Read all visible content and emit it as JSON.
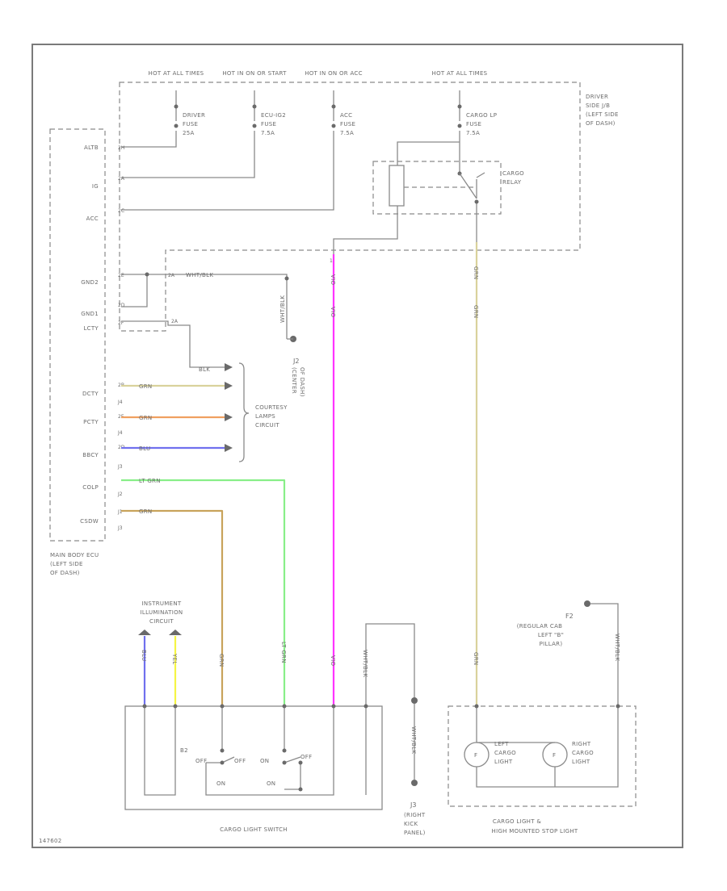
{
  "colors": {
    "wire_grey": "#8a8a8a",
    "wire_pink": "#ff33ff",
    "wire_yellow_tan": "#d9d29c",
    "wire_tan": "#c8a35b",
    "wire_orange": "#f0a060",
    "wire_blue": "#7070ee",
    "wire_lt_green": "#88ee88",
    "wire_yellow": "#f5f545"
  },
  "hot": {
    "h1": "HOT AT ALL TIMES",
    "h2": "HOT IN ON OR START",
    "h3": "HOT IN ON OR ACC",
    "h4": "HOT AT ALL TIMES"
  },
  "fuses": {
    "f1": {
      "name": "DRIVER",
      "name2": "FUSE",
      "rating": "25A"
    },
    "f2": {
      "name": "ECU-IG2",
      "name2": "FUSE",
      "rating": "7.5A"
    },
    "f3": {
      "name": "ACC",
      "name2": "FUSE",
      "rating": "7.5A"
    },
    "f4": {
      "name": "CARGO LP",
      "name2": "FUSE",
      "rating": "7.5A"
    }
  },
  "jb": {
    "l1": "DRIVER",
    "l2": "SIDE J/B",
    "l3": "(LEFT SIDE",
    "l4": "OF DASH)"
  },
  "relay": {
    "l1": "CARGO",
    "l2": "RELAY"
  },
  "ecu_pins": {
    "alts": "ALTB",
    "ig": "IG",
    "acc": "ACC",
    "gnd2": "GND2",
    "gnd1": "GND1",
    "lcty": "LCTY",
    "dcty": "DCTY",
    "pcty": "PCTY",
    "bbcy": "BBCY",
    "colp": "COLP",
    "csdw": "CSDW"
  },
  "ecu_label": {
    "l1": "MAIN BODY ECU",
    "l2": "(LEFT SIDE",
    "l3": "OF DASH)"
  },
  "conn": {
    "alts": "2H",
    "ig": "2A",
    "acc": "2C",
    "gnd2": "2E",
    "gnd1": "2D",
    "lcty": "2F",
    "dcty": "2B",
    "j4a": "J4",
    "pcty": "2F",
    "j4b": "J4",
    "bbcy": "2D",
    "j3a": "J3",
    "colp": "J2",
    "csdw": "J1",
    "j3b": "J3",
    "lcty2": "2A",
    "gnd_wire": "2A"
  },
  "wire_labels": {
    "gnd_run": "WHT/BLK",
    "gnd_drop": "WHT/BLK",
    "blk": "BLK",
    "dcty": "GRN",
    "pcty": "GRN",
    "bbcy": "BLU",
    "colp": "LT GRN",
    "csdw": "GRN",
    "pink": "VIO",
    "yellow": "GRN",
    "ill_blue": "BLU",
    "ill_yellow": "YEL",
    "csdw_v": "GRN",
    "colp_v": "LT GRN",
    "pink_v": "VIO",
    "wb_v": "WHT/BLK",
    "wb_mid": "WHT/BLK",
    "wb_right": "WHT/BLK",
    "yel_lower": "GRN"
  },
  "j2": {
    "id": "J2",
    "l1": "(CENTER",
    "l2": "OF DASH)"
  },
  "courtesy": {
    "l1": "COURTESY",
    "l2": "LAMPS",
    "l3": "CIRCUIT"
  },
  "ill": {
    "l1": "INSTRUMENT",
    "l2": "ILLUMINATION",
    "l3": "CIRCUIT"
  },
  "switch": {
    "label": "CARGO LIGHT SWITCH",
    "led": "B2",
    "off1": "OFF",
    "on1": "ON",
    "off2": "OFF",
    "on2": "ON",
    "onl1": "ON",
    "onl2": "ON",
    "off3": "OFF"
  },
  "j3": {
    "id": "J3",
    "l1": "(RIGHT",
    "l2": "KICK",
    "l3": "PANEL)"
  },
  "f2g": {
    "id": "F2",
    "l1": "(REGULAR CAB",
    "l2": "LEFT \"B\"",
    "l3": "PILLAR)"
  },
  "lights": {
    "left1": "LEFT",
    "left2": "CARGO",
    "left3": "LIGHT",
    "right1": "RIGHT",
    "right2": "CARGO",
    "right3": "LIGHT",
    "lamp": "F",
    "box1": "CARGO LIGHT &",
    "box2": "HIGH MOUNTED STOP LIGHT"
  },
  "code": "147602"
}
